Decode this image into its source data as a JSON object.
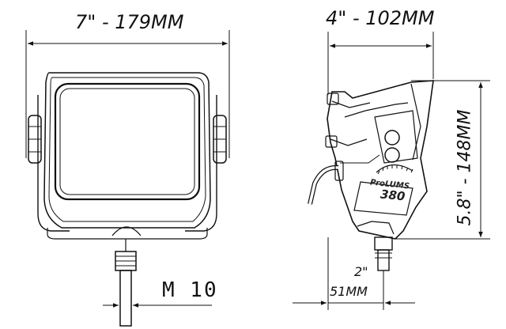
{
  "dimensions": {
    "width_label": "7\" - 179MM",
    "depth_label": "4\" - 102MM",
    "height_label": "5.8\" - 148MM",
    "mount_offset_in": "2\"",
    "mount_offset_mm": "51MM",
    "thread_label": "M 10"
  },
  "branding": {
    "line1": "ProLUMS",
    "line2": "380"
  }
}
